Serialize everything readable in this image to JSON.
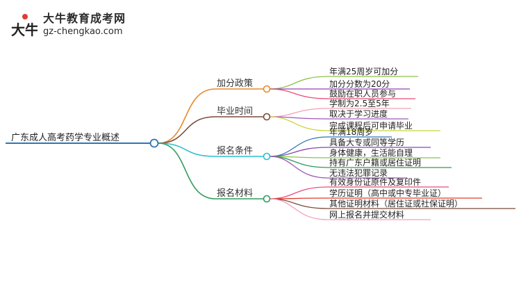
{
  "brand": {
    "name": "大牛教育成考网",
    "url": "gz-chengkao.com",
    "logo_text": "大牛"
  },
  "root": {
    "label": "广东成人高考药学专业概述",
    "color": "#2e75b6"
  },
  "branches": [
    {
      "label": "加分政策",
      "color": "#e8892a",
      "leaves": [
        {
          "label": "年满25周岁可加分",
          "color": "#8bc34a"
        },
        {
          "label": "加分分数为20分",
          "color": "#8e44ad"
        },
        {
          "label": "鼓励在职人员参与",
          "color": "#e84b7a"
        }
      ]
    },
    {
      "label": "毕业时间",
      "color": "#7a4b3a",
      "leaves": [
        {
          "label": "学制为2.5至5年",
          "color": "#f2a0b8"
        },
        {
          "label": "取决于学习进度",
          "color": "#9b59b6"
        },
        {
          "label": "完成课程后可申请毕业",
          "color": "#c8d43a"
        }
      ]
    },
    {
      "label": "报名条件",
      "color": "#2bbfcf",
      "leaves": [
        {
          "label": "年满18周岁",
          "color": "#2e75b6"
        },
        {
          "label": "具备大专或同等学历",
          "color": "#8e44ad"
        },
        {
          "label": "身体健康，生活能自理",
          "color": "#8bc34a"
        },
        {
          "label": "持有广东户籍或居住证明",
          "color": "#2e9b5e"
        },
        {
          "label": "无违法犯罪记录",
          "color": "#9b59b6"
        }
      ]
    },
    {
      "label": "报名材料",
      "color": "#2e9b5e",
      "leaves": [
        {
          "label": "有效身份证原件及复印件",
          "color": "#e84b7a"
        },
        {
          "label": "学历证明（高中或中专毕业证）",
          "color": "#e03a2e"
        },
        {
          "label": "其他证明材料（居住证或社保证明）",
          "color": "#7a4b3a"
        },
        {
          "label": "网上报名并提交材料",
          "color": "#f2a0b8"
        }
      ]
    }
  ]
}
